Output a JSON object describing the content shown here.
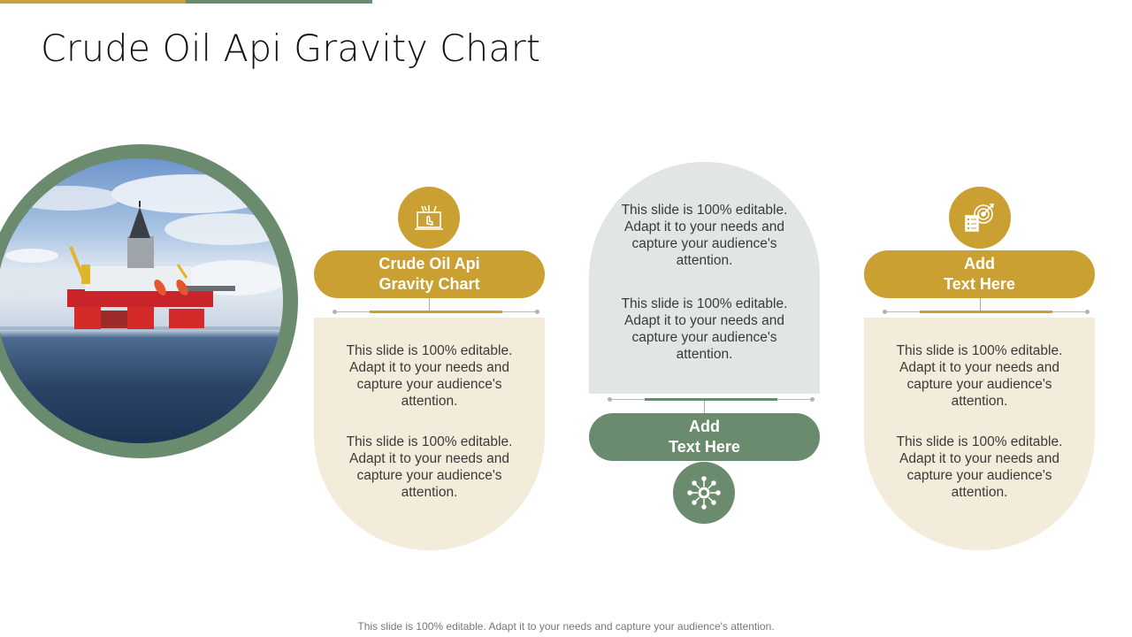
{
  "slide": {
    "title": "Crude Oil Api Gravity Chart",
    "footer": "This slide is 100% editable. Adapt it to your needs and capture your audience's attention.",
    "colors": {
      "gold": "#cba033",
      "green": "#6b8b6f",
      "cream": "#f4ecda",
      "grey": "#e2e6e2",
      "text": "#3a3a3a"
    },
    "image": {
      "subject": "offshore-oil-rig-photo",
      "alt": "Offshore oil drilling platform at sea"
    }
  },
  "columns": [
    {
      "heading": "Crude Oil Api\nGravity Chart",
      "icon": "laptop-click-icon",
      "theme": "gold",
      "paragraphs": [
        "This slide is 100% editable. Adapt it to your needs and capture your audience's attention.",
        "This slide is 100% editable. Adapt it to your needs and capture your audience's attention."
      ]
    },
    {
      "heading": "Add\nText Here",
      "icon": "network-gear-icon",
      "theme": "green",
      "paragraphs": [
        "This slide is 100% editable. Adapt it to your needs and capture your audience's attention.",
        "This slide is 100% editable. Adapt it to your needs and capture your audience's attention."
      ]
    },
    {
      "heading": "Add\nText Here",
      "icon": "target-checklist-icon",
      "theme": "gold",
      "paragraphs": [
        "This slide is 100% editable. Adapt it to your needs and capture your audience's attention.",
        "This slide is 100% editable. Adapt it to your needs and capture your audience's attention."
      ]
    }
  ]
}
